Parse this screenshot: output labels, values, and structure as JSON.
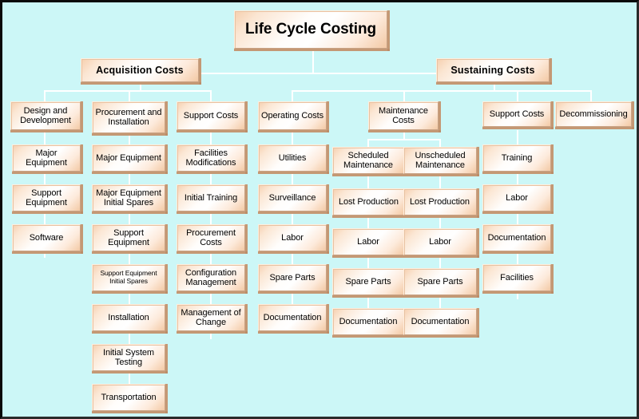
{
  "diagram": {
    "title": "Life Cycle Costing",
    "background_color": "#ccf7f7",
    "node_fill_color": "#fbe0c8",
    "connector_color": "#ffffff",
    "border_color": "#0a0a0a",
    "root": "Life Cycle Costing",
    "level2": {
      "acquisition": "Acquisition Costs",
      "sustaining": "Sustaining Costs"
    },
    "level3": {
      "design_and_development": "Design and Development",
      "procurement_and_installation": "Procurement and Installation",
      "acq_support_costs": "Support Costs",
      "operating_costs": "Operating Costs",
      "maintenance_costs": "Maintenance Costs",
      "sus_support_costs": "Support Costs",
      "decommissioning": "Decommissioning"
    },
    "level4": {
      "scheduled_maintenance": "Scheduled Maintenance",
      "unscheduled_maintenance": "Unscheduled Maintenance"
    },
    "columns": [
      {
        "key": "design-and-development",
        "parent": "Design and Development",
        "items": [
          "Major Equipment",
          "Support Equipment",
          "Software"
        ]
      },
      {
        "key": "procurement-and-installation",
        "parent": "Procurement and Installation",
        "items": [
          "Major Equipment",
          "Major Equipment Initial Spares",
          "Support Equipment",
          "Support Equipment Initial Spares",
          "Installation",
          "Initial System Testing",
          "Transportation"
        ]
      },
      {
        "key": "acquisition-support-costs",
        "parent": "Support Costs",
        "items": [
          "Facilities Modifications",
          "Initial Training",
          "Procurement Costs",
          "Configuration Management",
          "Management of Change"
        ]
      },
      {
        "key": "operating-costs",
        "parent": "Operating Costs",
        "items": [
          "Utilities",
          "Surveillance",
          "Labor",
          "Spare Parts",
          "Documentation"
        ]
      },
      {
        "key": "scheduled-maintenance",
        "parent": "Scheduled Maintenance",
        "items": [
          "Lost Production",
          "Labor",
          "Spare Parts",
          "Documentation"
        ]
      },
      {
        "key": "unscheduled-maintenance",
        "parent": "Unscheduled Maintenance",
        "items": [
          "Lost Production",
          "Labor",
          "Spare Parts",
          "Documentation"
        ]
      },
      {
        "key": "sustaining-support-costs",
        "parent": "Support Costs",
        "items": [
          "Training",
          "Labor",
          "Documentation",
          "Facilities"
        ]
      }
    ]
  }
}
